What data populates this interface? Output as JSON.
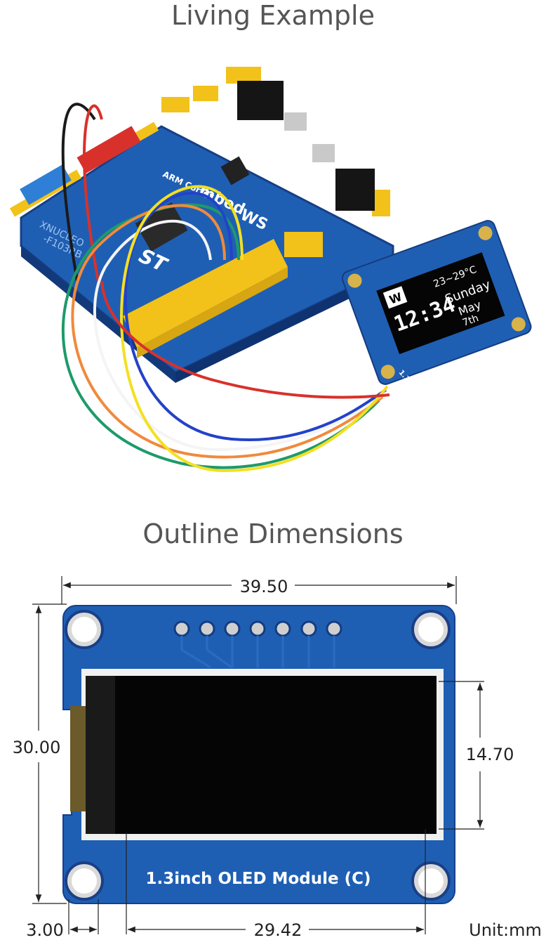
{
  "titles": {
    "living": "Living Example",
    "outline": "Outline Dimensions"
  },
  "board": {
    "labels": {
      "mbed": "mbed",
      "ws": "WS",
      "arm": "ARM Cortex",
      "xnucleo": "XNUCLEO",
      "f103": "-F103RB",
      "st": "ST"
    }
  },
  "oled_small": {
    "module_label": "1.3inch OLED Module (C)",
    "screen": {
      "logo": "W",
      "time": "12:34",
      "temp": "23~29°C",
      "day": "Sunday",
      "month": "May",
      "date": "7th"
    }
  },
  "outline": {
    "module_label": "1.3inch OLED Module (C)",
    "dims": {
      "width": "39.50",
      "height": "30.00",
      "screen_height": "14.70",
      "screen_width": "29.42",
      "hole_offset": "3.00"
    },
    "unit": "Unit:mm"
  },
  "colors": {
    "pcb_blue": "#1f5fb3",
    "pcb_dark": "#173f8a",
    "header_yellow": "#f2c21a",
    "screen_black": "#050505"
  }
}
